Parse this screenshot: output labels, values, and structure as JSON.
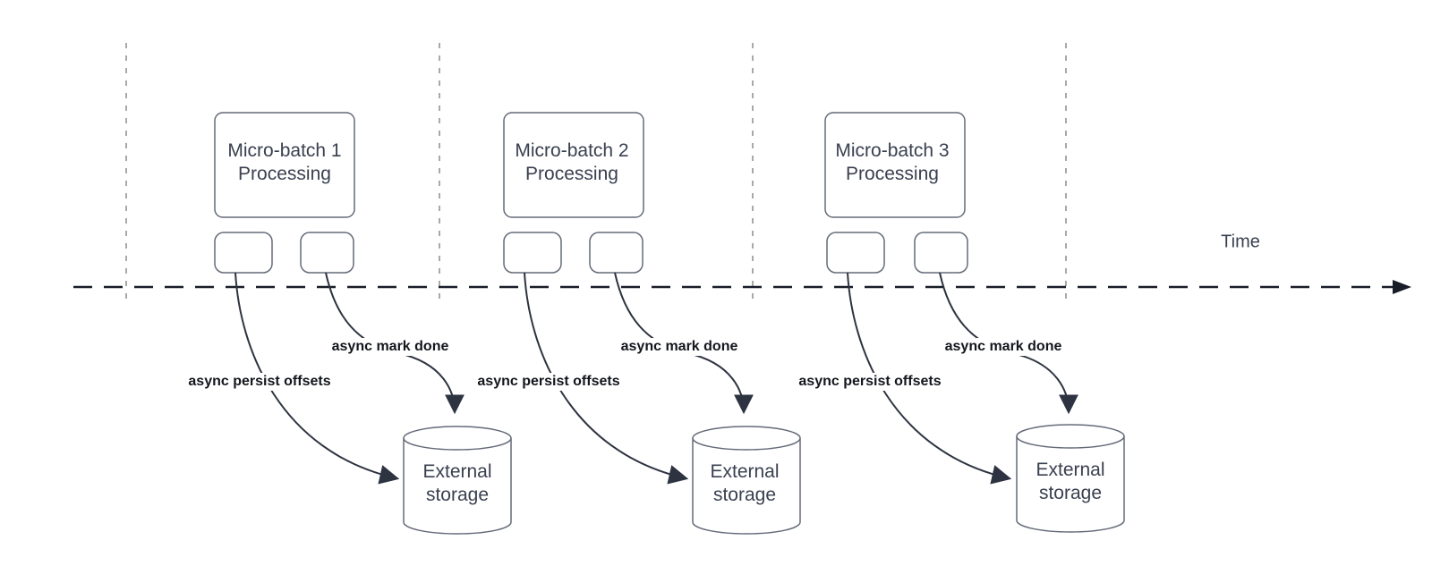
{
  "diagram": {
    "time_axis": {
      "label": "Time"
    },
    "batches": [
      {
        "process_label_line1": "Micro-batch 1",
        "process_label_line2": "Processing",
        "persist_label": "async persist offsets",
        "mark_done_label": "async mark done",
        "storage_label_line1": "External",
        "storage_label_line2": "storage"
      },
      {
        "process_label_line1": "Micro-batch 2",
        "process_label_line2": "Processing",
        "persist_label": "async persist offsets",
        "mark_done_label": "async mark done",
        "storage_label_line1": "External",
        "storage_label_line2": "storage"
      },
      {
        "process_label_line1": "Micro-batch 3",
        "process_label_line2": "Processing",
        "persist_label": "async persist offsets",
        "mark_done_label": "async mark done",
        "storage_label_line1": "External",
        "storage_label_line2": "storage"
      }
    ],
    "colors": {
      "shape_stroke": "#646b78",
      "arrow_stroke": "#2d3340",
      "timeline_stroke": "#181d27",
      "guide_line_stroke": "#a9a9a9",
      "shape_text": "#39404f",
      "label_text": "#13161d",
      "background": "#ffffff"
    }
  }
}
